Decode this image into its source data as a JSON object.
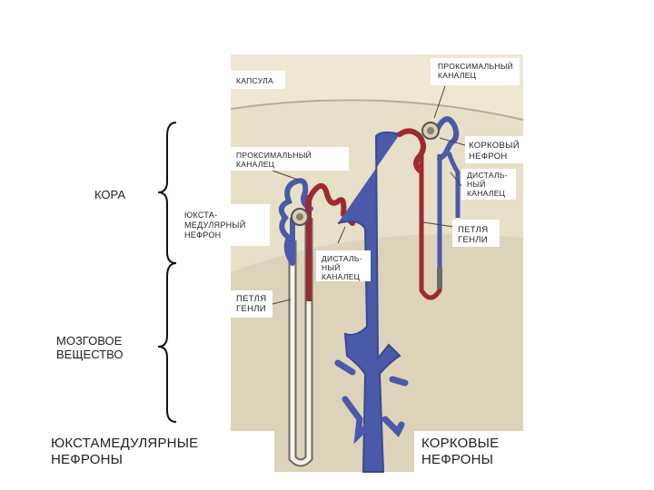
{
  "labels": {
    "capsule": "КАПСУЛА",
    "proximal_top": "ПРОКСИМАЛЬНЫЙ\nКАНАЛЕЦ",
    "proximal_left": "ПРОКСИМАЛЬНЫЙ\nКАНАЛЕЦ",
    "cortical_nephron": "КОРКОВЫЙ\nНЕФРОН",
    "distal_right": "ДИСТАЛЬ-\nНЫЙ\nКАНАЛЕЦ",
    "cortex": "КОРА",
    "juxtamedullary_nephron": "ЮКСТА-\nМЕДУЛЯРНЫЙ\nНЕФРОН",
    "loop_right": "ПЕТЛЯ\nГЕНЛИ",
    "distal_center": "ДИСТАЛЬ-\nНЫЙ\nКАНАЛЕЦ",
    "loop_left": "ПЕТЛЯ\nГЕНЛИ",
    "medulla": "МОЗГОВОЕ\nВЕЩЕСТВО",
    "juxtamedullary_nephrons": "ЮКСТАМЕДУЛЯРНЫЕ\nНЕФРОНЫ",
    "cortical_nephrons": "КОРКОВЫЕ\nНЕФРОНЫ"
  },
  "colors": {
    "cortex_bg": "#e6dcc4",
    "medulla_bg": "#ded4bc",
    "arteriole_red": "#9c2a2e",
    "vein_blue": "#4a5aa8",
    "tubule_outline": "#6a6a6a"
  }
}
